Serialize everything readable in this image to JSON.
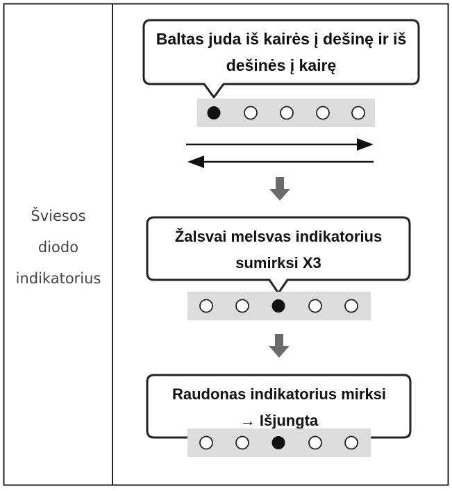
{
  "left_label": {
    "line1": "Šviesos",
    "line2": "diodo",
    "line3": "indikatorius"
  },
  "steps": [
    {
      "text_line1": "Baltas juda iš kairės į dešinę ir iš",
      "text_line2": "dešinės į kairę",
      "leds": [
        "on",
        "off",
        "off",
        "off",
        "off"
      ],
      "motion": "left-right"
    },
    {
      "text_line1": "Žalsvai melsvas indikatorius",
      "text_line2": "sumirksi X3",
      "leds": [
        "off",
        "off",
        "on",
        "off",
        "off"
      ]
    },
    {
      "text_line1": "Raudonas indikatorius mirksi",
      "text_line2": "→ Išjungta",
      "leds": [
        "off",
        "off",
        "on",
        "off",
        "off"
      ]
    }
  ],
  "colors": {
    "border": "#222222",
    "led_strip": "#dcdcdc",
    "led_on": "#111111",
    "arrow_down": "#6b6b6b"
  }
}
